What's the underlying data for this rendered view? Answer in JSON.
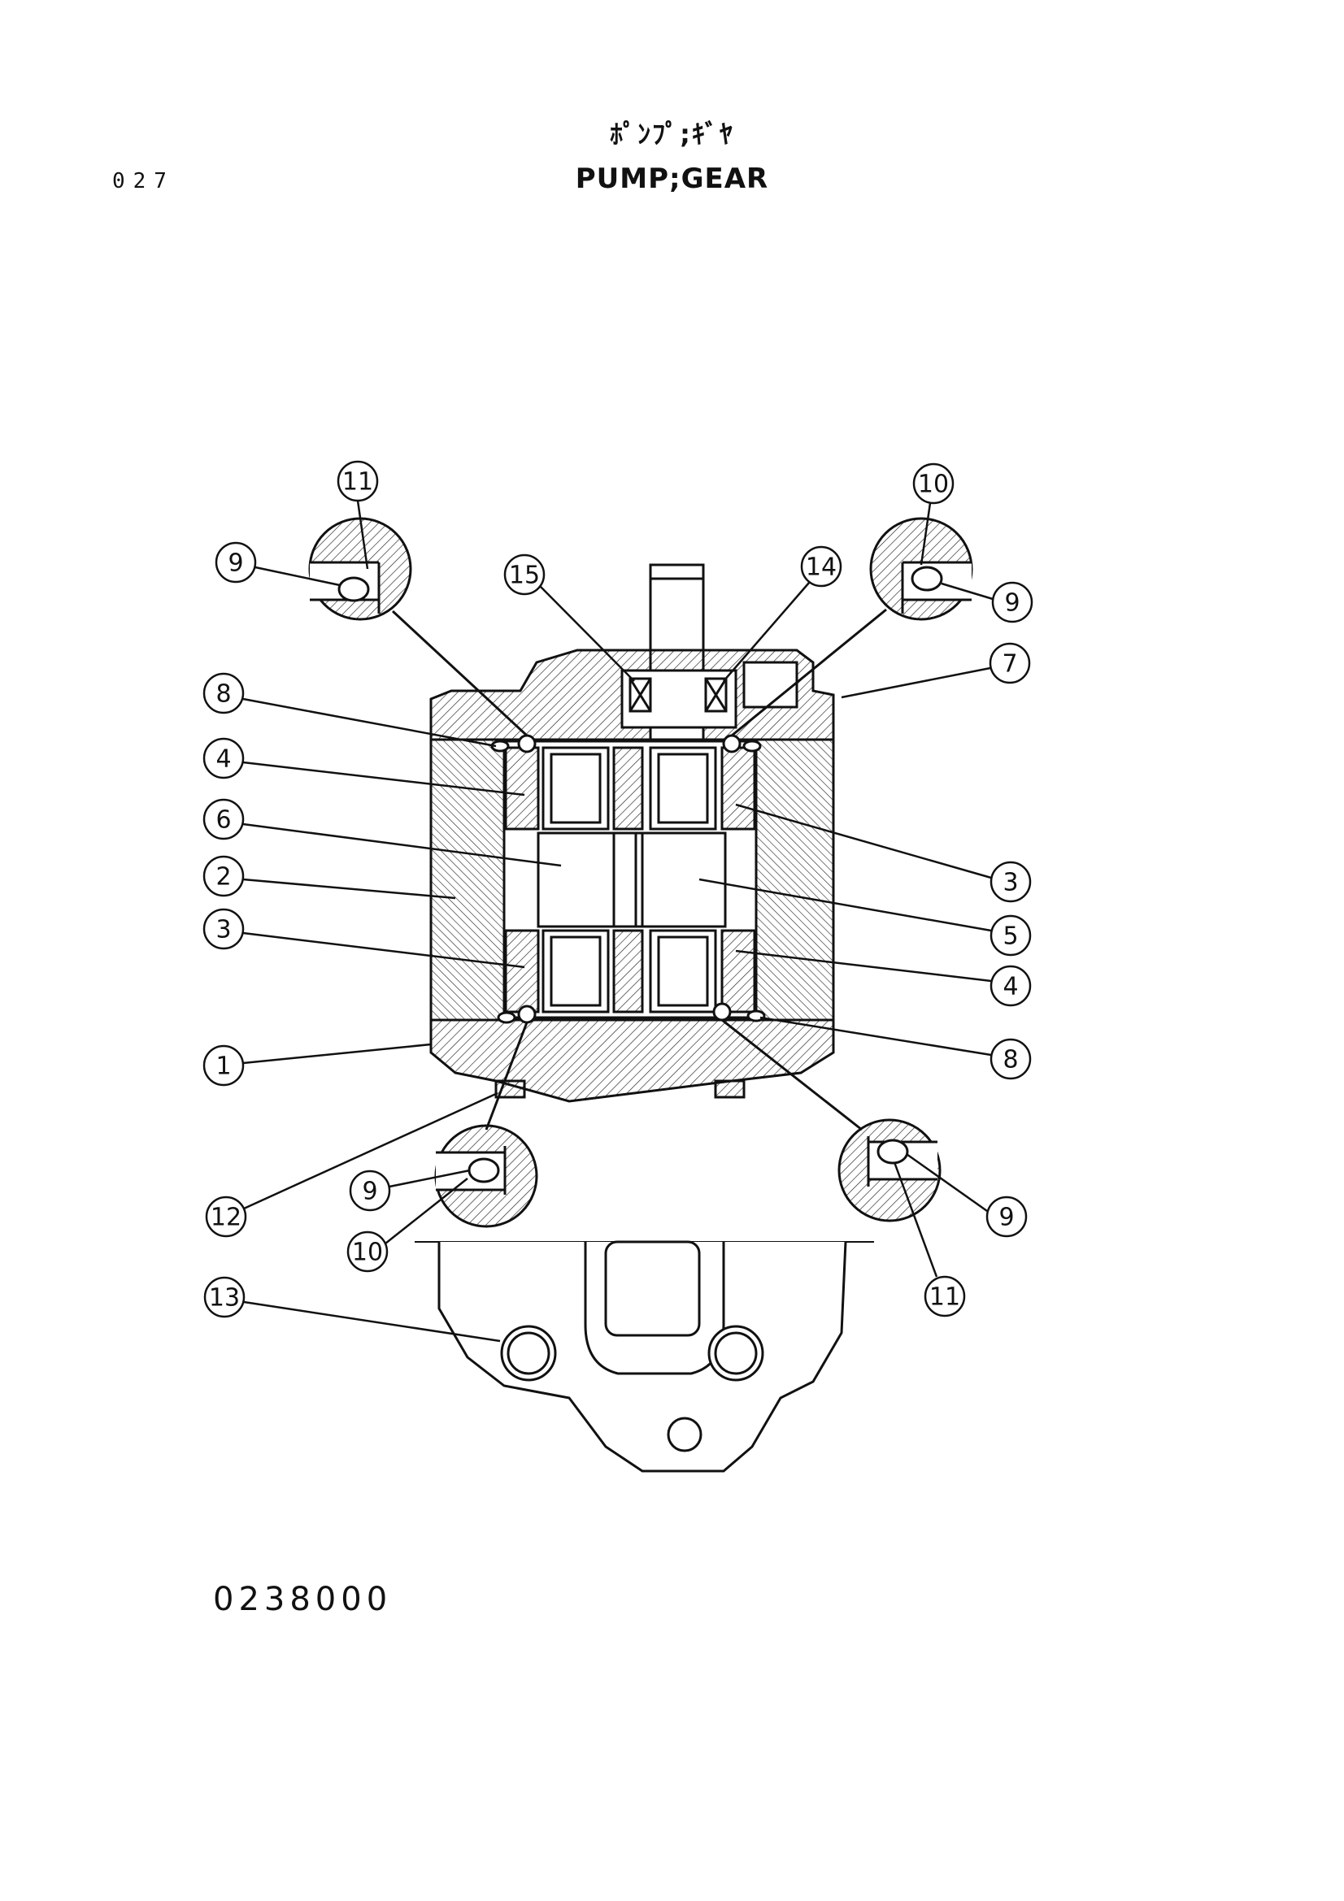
{
  "header": {
    "page_number": "027",
    "title_jp": "ﾎﾟﾝﾌﾟ;ｷﾞﾔ",
    "title_en": "PUMP;GEAR"
  },
  "footer": {
    "drawing_number": "0238000"
  },
  "callouts": [
    {
      "id": "c11-top",
      "label": "11"
    },
    {
      "id": "c9-topleft",
      "label": "9"
    },
    {
      "id": "c15",
      "label": "15"
    },
    {
      "id": "c14",
      "label": "14"
    },
    {
      "id": "c10-top",
      "label": "10"
    },
    {
      "id": "c9-topright",
      "label": "9"
    },
    {
      "id": "c7",
      "label": "7"
    },
    {
      "id": "c8-left",
      "label": "8"
    },
    {
      "id": "c4-left",
      "label": "4"
    },
    {
      "id": "c6",
      "label": "6"
    },
    {
      "id": "c2",
      "label": "2"
    },
    {
      "id": "c3-left",
      "label": "3"
    },
    {
      "id": "c1",
      "label": "1"
    },
    {
      "id": "c3-right",
      "label": "3"
    },
    {
      "id": "c5",
      "label": "5"
    },
    {
      "id": "c4-right",
      "label": "4"
    },
    {
      "id": "c8-right",
      "label": "8"
    },
    {
      "id": "c12",
      "label": "12"
    },
    {
      "id": "c9-botleft",
      "label": "9"
    },
    {
      "id": "c10-bot",
      "label": "10"
    },
    {
      "id": "c9-botright",
      "label": "9"
    },
    {
      "id": "c11-bot",
      "label": "11"
    },
    {
      "id": "c13",
      "label": "13"
    }
  ]
}
